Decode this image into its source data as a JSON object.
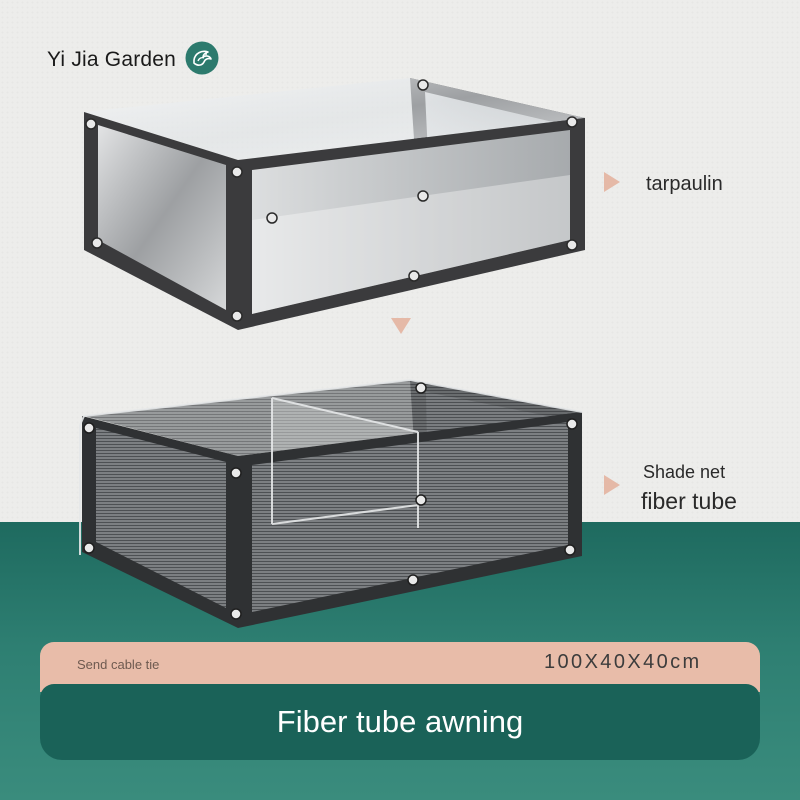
{
  "brand": {
    "name": "Yi Jia Garden",
    "logo_icon": "bird-emblem-icon",
    "logo_color": "#2c7a6d"
  },
  "labels": {
    "tarpaulin": "tarpaulin",
    "shade_net": "Shade net",
    "fiber_tube": "fiber tube"
  },
  "footer": {
    "cable_tie": "Send cable tie",
    "dimensions": "100X40X40cm",
    "title": "Fiber tube awning"
  },
  "colors": {
    "accent_peach": "#e8bca9",
    "dark_green": "#1a6258",
    "frame_dark": "#3b3b3d"
  }
}
